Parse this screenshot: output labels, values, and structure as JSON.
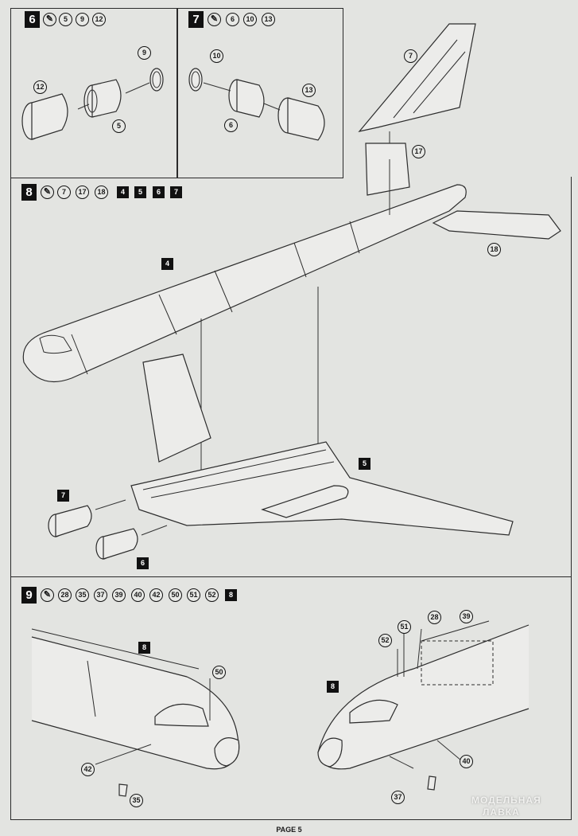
{
  "page": {
    "label": "PAGE 5"
  },
  "watermark": {
    "line1": "МОДЕЛЬНАЯ",
    "line2": "ЛАВКА"
  },
  "step6": {
    "number": "6",
    "glue": "✎",
    "parts": [
      "5",
      "9",
      "12"
    ],
    "callouts": {
      "p9": "9",
      "p12": "12",
      "p5": "5"
    }
  },
  "step7": {
    "number": "7",
    "glue": "✎",
    "parts": [
      "6",
      "10",
      "13"
    ],
    "callouts": {
      "p10": "10",
      "p13": "13",
      "p6": "6",
      "p7": "7",
      "p17": "17",
      "p18": "18"
    }
  },
  "step8": {
    "number": "8",
    "glue": "✎",
    "parts": [
      "7",
      "17",
      "18"
    ],
    "subassemblies": [
      "4",
      "5",
      "6",
      "7"
    ],
    "callouts": {
      "s4": "4",
      "s5": "5",
      "s7": "7",
      "s6": "6"
    }
  },
  "step9": {
    "number": "9",
    "glue": "✎",
    "parts": [
      "28",
      "35",
      "37",
      "39",
      "40",
      "42",
      "50",
      "51",
      "52"
    ],
    "subassemblies": [
      "8"
    ],
    "callouts": {
      "left_s8": "8",
      "p50": "50",
      "p42": "42",
      "p35": "35",
      "right_s8": "8",
      "p52": "52",
      "p51": "51",
      "p28": "28",
      "p39": "39",
      "p40": "40",
      "p37": "37"
    }
  }
}
